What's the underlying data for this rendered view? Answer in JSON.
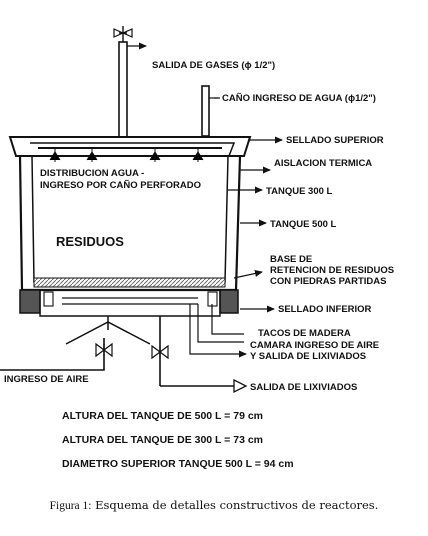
{
  "labels": {
    "gas_outlet": "SALIDA DE GASES (ϕ 1/2\")",
    "water_inlet_pipe": "CAÑO INGRESO DE AGUA (ϕ1/2\")",
    "top_seal": "SELLADO SUPERIOR",
    "thermal_insulation": "AISLACION TERMICA",
    "water_distribution_line1": "DISTRIBUCION AGUA -",
    "water_distribution_line2": "INGRESO POR CAÑO PERFORADO",
    "tank_300": "TANQUE 300 L",
    "tank_500": "TANQUE 500 L",
    "waste": "RESIDUOS",
    "retention_base_line1": "BASE DE",
    "retention_base_line2": "RETENCION DE RESIDUOS",
    "retention_base_line3": "CON PIEDRAS PARTIDAS",
    "bottom_seal": "SELLADO INFERIOR",
    "wood_blocks": "TACOS DE MADERA",
    "air_chamber_line1": "CAMARA INGRESO DE AIRE",
    "air_chamber_line2": "Y SALIDA DE LIXIVIADOS",
    "air_inlet": "INGRESO DE AIRE",
    "leachate_outlet": "SALIDA DE LIXIVIADOS"
  },
  "dimensions": [
    "ALTURA DEL TANQUE DE 500 L = 79 cm",
    "ALTURA DEL TANQUE DE 300 L = 73 cm",
    "DIAMETRO SUPERIOR TANQUE 500 L = 94 cm"
  ],
  "caption": {
    "prefix": "Figura 1:",
    "text": "Esquema de detalles constructivos de reactores."
  }
}
